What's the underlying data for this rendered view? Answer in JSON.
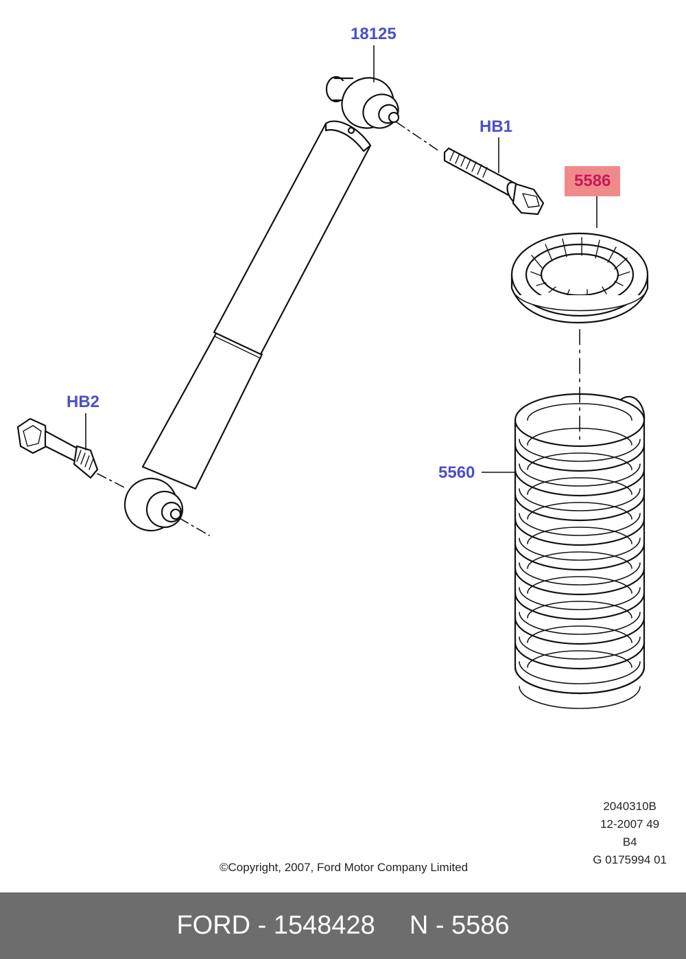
{
  "callouts": {
    "shock_absorber": "18125",
    "upper_bolt": "HB1",
    "spring_seat": "5586",
    "lower_bolt": "HB2",
    "coil_spring": "5560"
  },
  "meta": {
    "line1": "2040310B",
    "line2": "12-2007 49",
    "line3": "B4",
    "line4": "G 0175994 01"
  },
  "copyright": "©Copyright, 2007, Ford Motor Company Limited",
  "footer": {
    "brand_part": "FORD - 1548428",
    "ref": "N - 5586"
  },
  "colors": {
    "callout_text": "#4a4fc8",
    "highlight_bg": "#f08a8a",
    "highlight_text": "#c8185a",
    "footer_bg": "#6d6d6d",
    "footer_text": "#ffffff"
  }
}
